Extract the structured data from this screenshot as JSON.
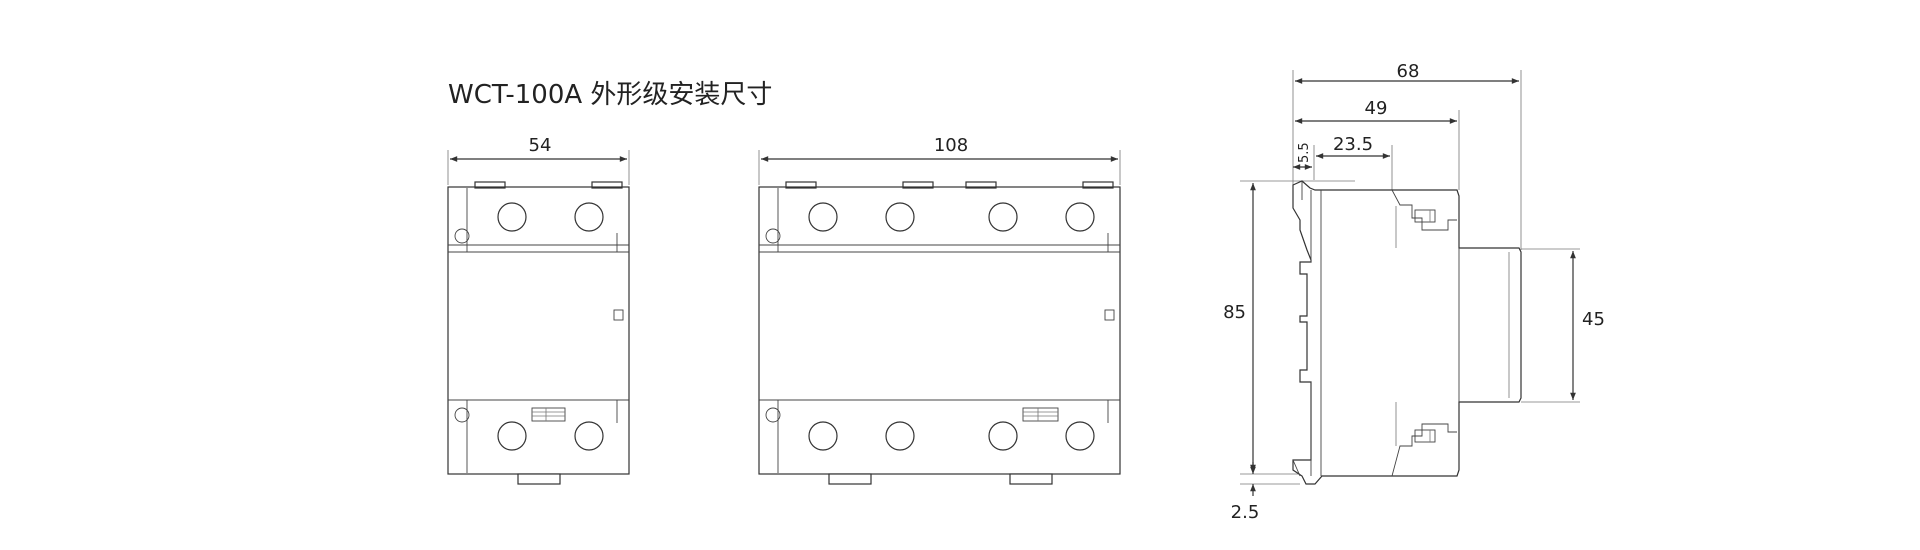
{
  "title": "WCT-100A 外形级安装尺寸",
  "colors": {
    "line": "#333333",
    "text": "#222222",
    "background": "#ffffff"
  },
  "front_view_2p": {
    "width_dim": "54"
  },
  "front_view_4p": {
    "width_dim": "108"
  },
  "side_view": {
    "depth_total": "68",
    "depth_mid": "49",
    "depth_inner": "23.5",
    "offset_small": "5.5",
    "height_total": "85",
    "height_front": "45",
    "bottom_offset": "2.5"
  }
}
